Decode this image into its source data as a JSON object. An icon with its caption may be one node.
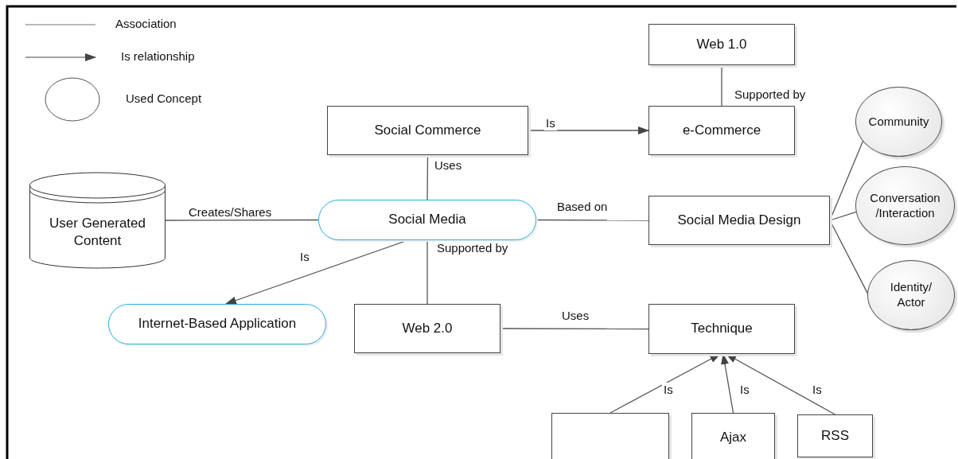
{
  "diagram": {
    "nodes": [
      {
        "text": [
          "Web 1.0"
        ]
      },
      {
        "text": [
          "Social Commerce"
        ]
      },
      {
        "text": [
          "e-Commerce"
        ]
      },
      {
        "text": [
          "Community"
        ]
      },
      {
        "text": [
          "User Generated Content"
        ]
      },
      {
        "text": [
          "Social Media"
        ]
      },
      {
        "text": [
          "Social Media Design"
        ]
      },
      {
        "text": [
          "Conversation /Interaction"
        ]
      },
      {
        "text": [
          "Internet-Based Application"
        ]
      },
      {
        "text": [
          "Web 2.0"
        ]
      },
      {
        "text": [
          "Identity/ Actor"
        ]
      },
      {
        "text": [
          "Technique"
        ]
      },
      {
        "text": [],
        "shape": "box"
      },
      {
        "text": [
          "Ajax"
        ]
      },
      {
        "text": [
          "RSS"
        ]
      }
    ],
    "edges": [
      {
        "from": 2,
        "to": 0,
        "arrow": "none",
        "label": "Supported by"
      },
      {
        "from": 1,
        "to": 2,
        "arrow": "to",
        "label": "Is"
      },
      {
        "from": 1,
        "to": 5,
        "arrow": "none",
        "label": "Uses"
      },
      {
        "from": 5,
        "to": 4,
        "arrow": "none",
        "label": "Creates/Shares"
      },
      {
        "from": 5,
        "to": 6,
        "arrow": "none",
        "label": "Based on"
      },
      {
        "from": 5,
        "to": 8,
        "arrow": "to",
        "label": "Is"
      },
      {
        "from": 5,
        "to": 9,
        "arrow": "none",
        "label": "Supported by"
      },
      {
        "from": 6,
        "to": 3,
        "arrow": "none"
      },
      {
        "from": 6,
        "to": 7,
        "arrow": "none"
      },
      {
        "from": 6,
        "to": 10,
        "arrow": "none"
      },
      {
        "from": 9,
        "to": 11,
        "arrow": "none",
        "label": "Uses"
      },
      {
        "from": 12,
        "to": 11,
        "arrow": "to",
        "label": "Is"
      },
      {
        "from": 13,
        "to": 11,
        "arrow": "to",
        "label": "Is"
      },
      {
        "from": 14,
        "to": 11,
        "arrow": "to",
        "label": "Is"
      }
    ],
    "legend": [
      {
        "text": "Association"
      },
      {
        "text": "Is relationship"
      },
      {
        "text": "Used Concept"
      }
    ]
  }
}
